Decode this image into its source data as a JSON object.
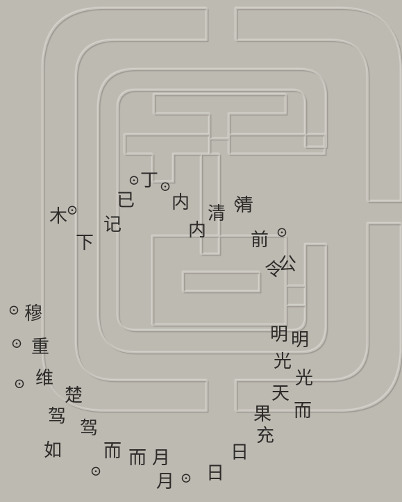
{
  "colors": {
    "paper": "#bdbab2",
    "emboss_light": "#dcdad4",
    "emboss_dark": "#8f8c85",
    "ink": "#2d2b29"
  },
  "inscription": {
    "right_column": [
      "明",
      "明",
      "光",
      "光",
      "而",
      "天",
      "果",
      "充",
      "日",
      "日"
    ],
    "top_arc": [
      "⊙",
      "木",
      "下",
      "记",
      "已",
      "⊙",
      "丁",
      "⊙",
      "内",
      "内",
      "清",
      "⊙",
      "清",
      "前",
      "⊙",
      "令",
      "公"
    ],
    "left_arc": [
      "⊙",
      "穆",
      "重",
      "⊙",
      "维",
      "楚",
      "⊙",
      "驾",
      "驾",
      "如",
      "⊙",
      "而",
      "而",
      "月",
      "月",
      "⊙"
    ]
  }
}
